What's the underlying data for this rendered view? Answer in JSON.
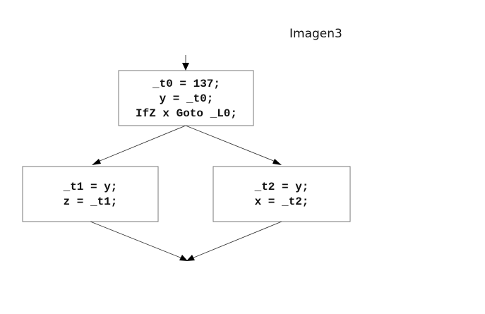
{
  "caption": "Imagen3",
  "diagram": {
    "entry_block": {
      "lines": [
        "_t0 = 137;",
        "y = _t0;",
        "IfZ x Goto _L0;"
      ]
    },
    "left_block": {
      "lines": [
        "_t1 = y;",
        "z = _t1;"
      ]
    },
    "right_block": {
      "lines": [
        "_t2 = y;",
        "x = _t2;"
      ]
    },
    "edges": [
      {
        "from": "entry",
        "to": "entry_block"
      },
      {
        "from": "entry_block",
        "to": "left_block"
      },
      {
        "from": "entry_block",
        "to": "right_block"
      },
      {
        "from": "left_block",
        "to": "merge"
      },
      {
        "from": "right_block",
        "to": "merge"
      }
    ]
  }
}
